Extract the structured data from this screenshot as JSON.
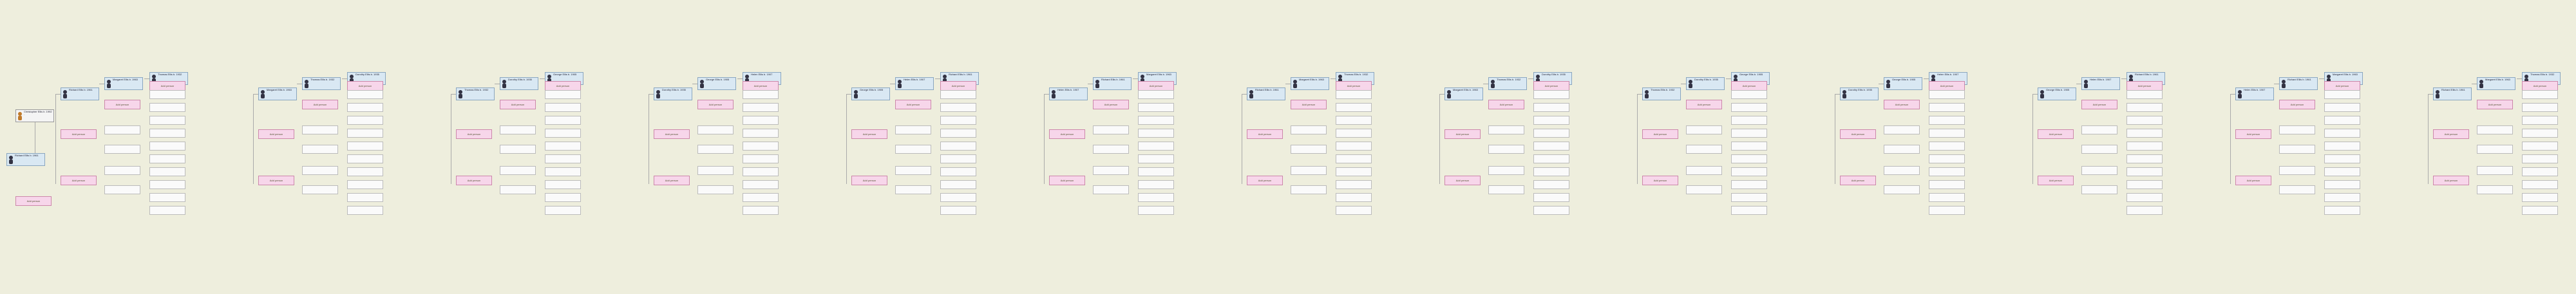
{
  "tree": {
    "root_person": {
      "name": "Christopher Ellis",
      "detail": "b. 1992 ·",
      "icon": "person-icon"
    },
    "add_label": "Add person",
    "add_parents_label": "Add parents",
    "badge": "+",
    "people": [
      {
        "name": "Richard Ellis",
        "detail": "b. 1961"
      },
      {
        "name": "Margaret Ellis",
        "detail": "b. 1963"
      },
      {
        "name": "Thomas Ellis",
        "detail": "b. 1932"
      },
      {
        "name": "Dorothy Ellis",
        "detail": "b. 1935"
      },
      {
        "name": "George Ellis",
        "detail": "b. 1905"
      },
      {
        "name": "Helen Ellis",
        "detail": "b. 1907"
      }
    ]
  }
}
